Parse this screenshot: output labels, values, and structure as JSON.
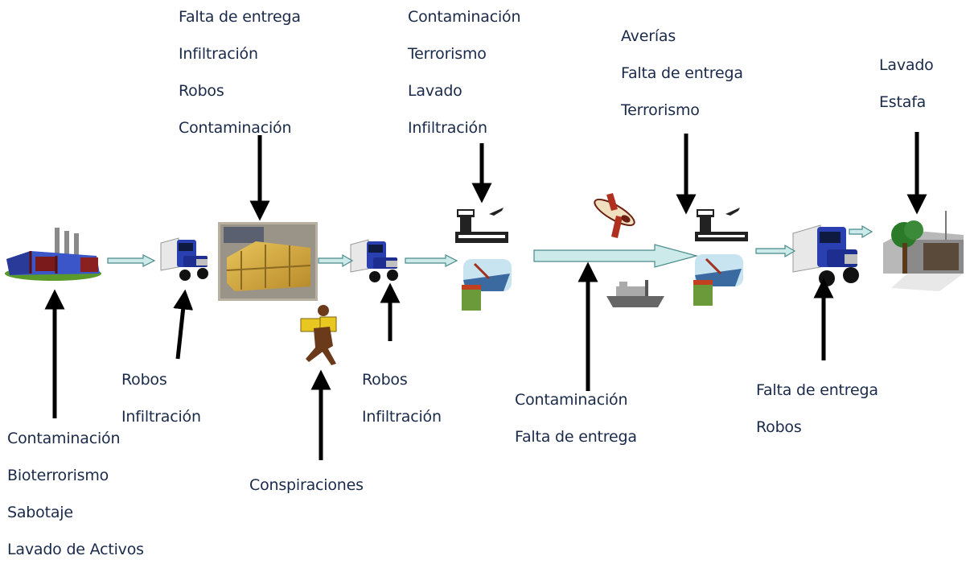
{
  "risks": {
    "factory": [
      "Contaminación",
      "Bioterrorismo",
      "Sabotaje",
      "Lavado de Activos"
    ],
    "truck1": [
      "Robos",
      "Infiltración"
    ],
    "warehouse": [
      "Falta de entrega",
      "Infiltración",
      "Robos",
      "Contaminación"
    ],
    "warehouse_worker": [
      "Conspiraciones"
    ],
    "truck2": [
      "Robos",
      "Infiltración"
    ],
    "origin_port": [
      "Contaminación",
      "Terrorismo",
      "Lavado",
      "Infiltración"
    ],
    "transit": [
      "Contaminación",
      "Falta de entrega"
    ],
    "destination_port": [
      "Averías",
      "Falta de entrega",
      "Terrorismo"
    ],
    "truck3": [
      "Falta de entrega",
      "Robos"
    ],
    "destination": [
      "Lavado",
      "Estafa"
    ]
  },
  "colors": {
    "text": "#1a2a4a",
    "arrow": "#000000",
    "flow_fill": "#cdeaea",
    "flow_stroke": "#4a8a8a"
  }
}
